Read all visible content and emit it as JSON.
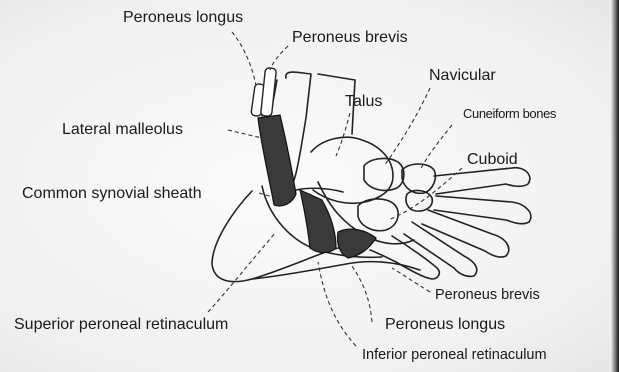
{
  "labels": {
    "peroneus_longus_top": "Peroneus longus",
    "peroneus_brevis_top": "Peroneus brevis",
    "navicular": "Navicular",
    "talus": "Talus",
    "cuneiform_bones": "Cuneiform bones",
    "lateral_malleolus": "Lateral malleolus",
    "cuboid": "Cuboid",
    "common_synovial_sheath": "Common synovial sheath",
    "peroneus_brevis_bottom": "Peroneus brevis",
    "superior_peroneal_retinaculum": "Superior peroneal retinaculum",
    "peroneus_longus_bottom": "Peroneus longus",
    "inferior_peroneal_retinaculum": "Inferior peroneal retinaculum"
  }
}
